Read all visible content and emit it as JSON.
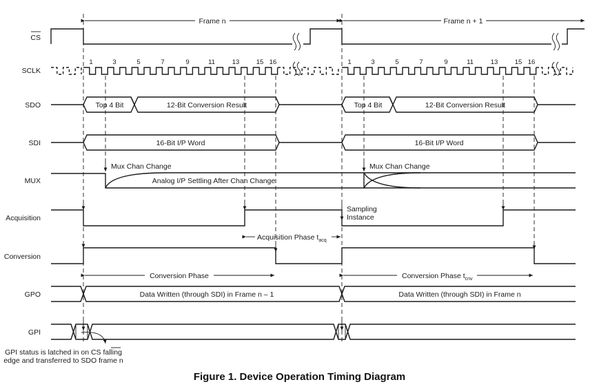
{
  "frames": {
    "frame_n": "Frame n",
    "frame_n1": "Frame n + 1"
  },
  "signals": {
    "cs": "CS",
    "sclk": "SCLK",
    "sdo": "SDO",
    "sdi": "SDI",
    "mux": "MUX",
    "acquisition": "Acquisition",
    "conversion": "Conversion",
    "gpo": "GPO",
    "gpi": "GPI"
  },
  "clock_numbers": [
    "1",
    "3",
    "5",
    "7",
    "9",
    "11",
    "13",
    "15",
    "16"
  ],
  "sdo": {
    "top4": "Top 4 Bit",
    "result": "12-Bit Conversion Result"
  },
  "sdi": {
    "word": "16-Bit I/P Word"
  },
  "mux": {
    "chan_change": "Mux Chan Change",
    "settling": "Analog I/P Settling After Chan Change"
  },
  "acquisition": {
    "sampling_line1": "Sampling",
    "sampling_line2": "Instance",
    "phase": "Acquisition Phase t",
    "phase_sub": "acq"
  },
  "conversion": {
    "phase_n": "Conversion Phase",
    "phase_n1": "Conversion Phase t",
    "phase_n1_sub": "cnv"
  },
  "gpo": {
    "data_prev": "Data Written (through SDI) in Frame n – 1",
    "data_n": "Data Written (through SDI) in Frame n"
  },
  "gpi": {
    "note_line1_pre": "GPI status is latched in on ",
    "note_line1_cs": "CS",
    "note_line1_post": " falling",
    "note_line2": "edge and transferred to SDO frame n"
  },
  "caption": "Figure 1.  Device Operation Timing Diagram"
}
